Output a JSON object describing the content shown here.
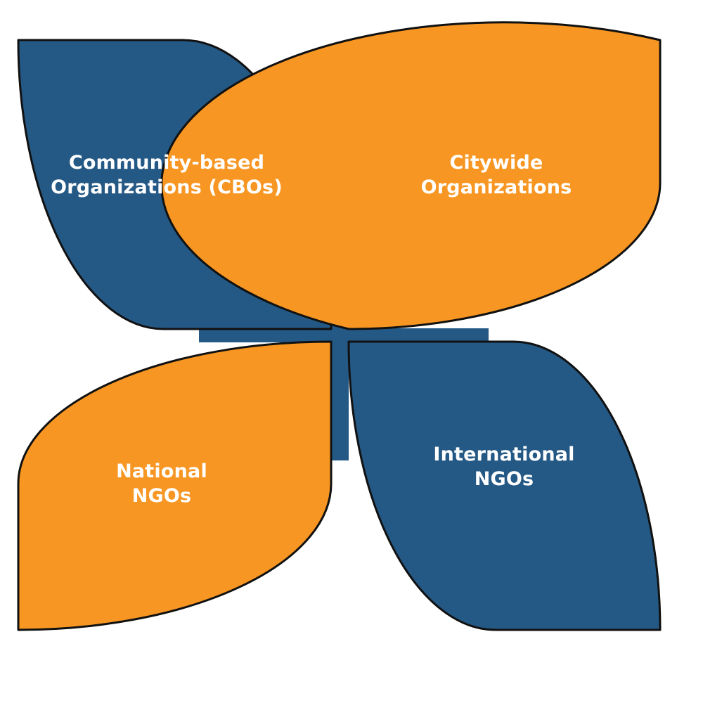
{
  "colors": {
    "blue": "#255985",
    "orange": "#f79622",
    "outline": "#111111",
    "text": "#ffffff"
  },
  "petals": {
    "top_left": {
      "line1": "Community-based",
      "line2": "Organizations (CBOs)",
      "color": "#255985"
    },
    "top_right": {
      "line1": "Citywide",
      "line2": "Organizations",
      "color": "#f79622"
    },
    "bottom_left": {
      "line1": "National",
      "line2": "NGOs",
      "color": "#f79622"
    },
    "bottom_right": {
      "line1": "International",
      "line2": "NGOs",
      "color": "#255985"
    }
  }
}
